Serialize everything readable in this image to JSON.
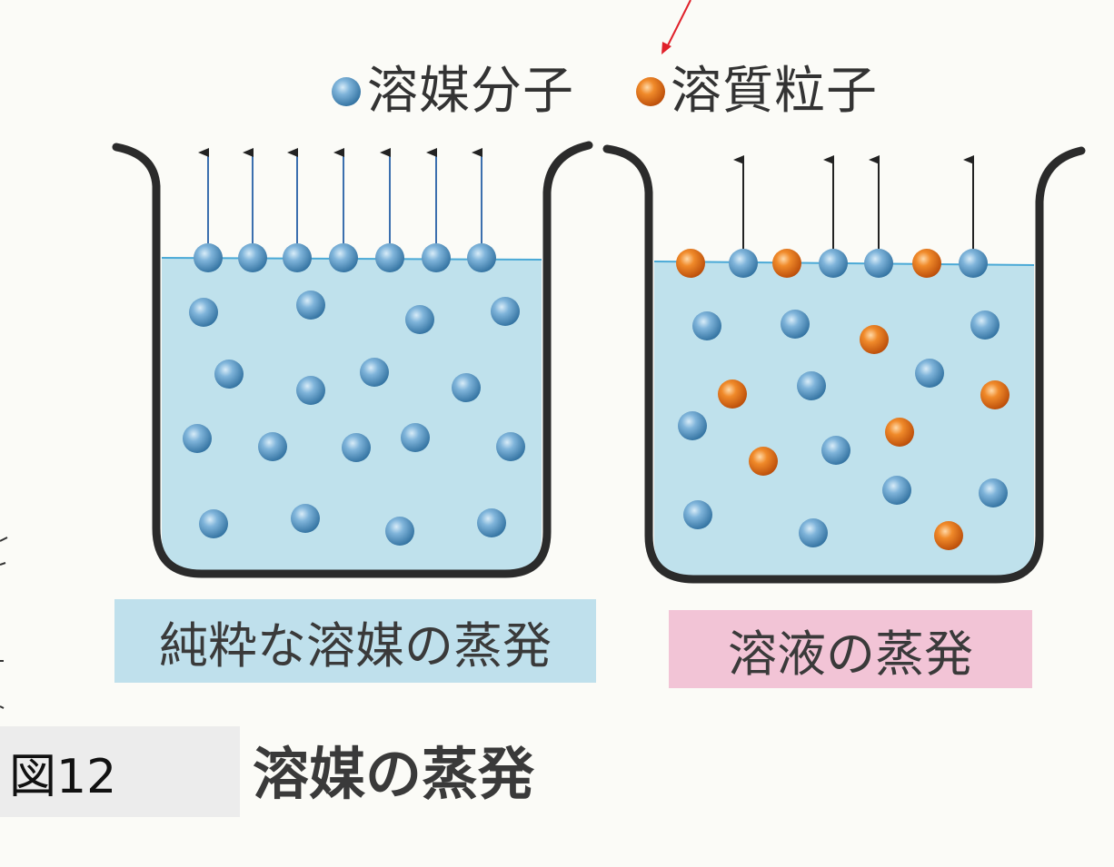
{
  "legend": {
    "solvent_label": "溶媒分子",
    "solute_label": "溶質粒子"
  },
  "colors": {
    "solvent": "#4f8fc0",
    "solute": "#e8701a",
    "liquid": "#bfe1ec",
    "surface_line": "#4aa9d6",
    "beaker": "#2b2b2b",
    "label_left_bg": "#bfe0ec",
    "label_right_bg": "#f2c4d6",
    "pointer_arrow": "#e0202a"
  },
  "panels": {
    "left_label": "純粋な溶媒の蒸発",
    "right_label": "溶液の蒸発"
  },
  "figure": {
    "number": "図12",
    "title": "溶媒の蒸発"
  },
  "counts": {
    "left_evaporating_molecules": 7,
    "right_evaporating_molecules": 4
  }
}
